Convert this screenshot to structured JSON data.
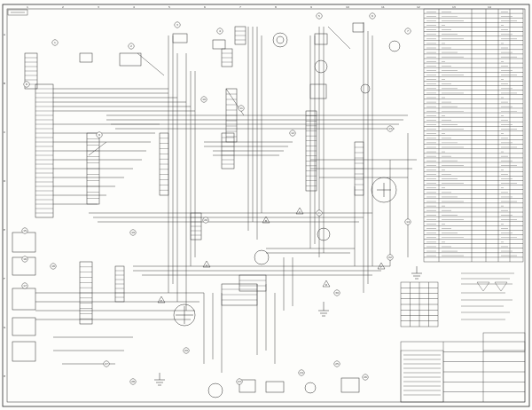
{
  "drawing": {
    "sheet_title": "",
    "colors": {
      "ink": "#2a2a2a",
      "paper": "#fdfdfb",
      "grid": "#9a9a9a"
    },
    "zones_top": [
      "1",
      "2",
      "3",
      "4",
      "5",
      "6",
      "7",
      "8",
      "9",
      "10",
      "11",
      "12",
      "13",
      "14"
    ],
    "zones_side": [
      "A",
      "B",
      "C",
      "D",
      "E",
      "F",
      "G",
      "H"
    ],
    "component_callouts": [
      "1",
      "2",
      "3",
      "4",
      "5",
      "6",
      "7",
      "8",
      "9",
      "10",
      "11",
      "12",
      "13",
      "14",
      "15",
      "16",
      "17",
      "18",
      "19",
      "20",
      "21",
      "22",
      "23",
      "24",
      "25",
      "26",
      "27",
      "28",
      "29",
      "30"
    ],
    "ground_marks": [
      "A",
      "B",
      "C",
      "D",
      "E",
      "F"
    ],
    "parts_table": {
      "rows": 56
    },
    "title_block": {
      "code": "",
      "rows": 6
    },
    "detail_box": {
      "rows": 8,
      "cols": 4
    }
  }
}
